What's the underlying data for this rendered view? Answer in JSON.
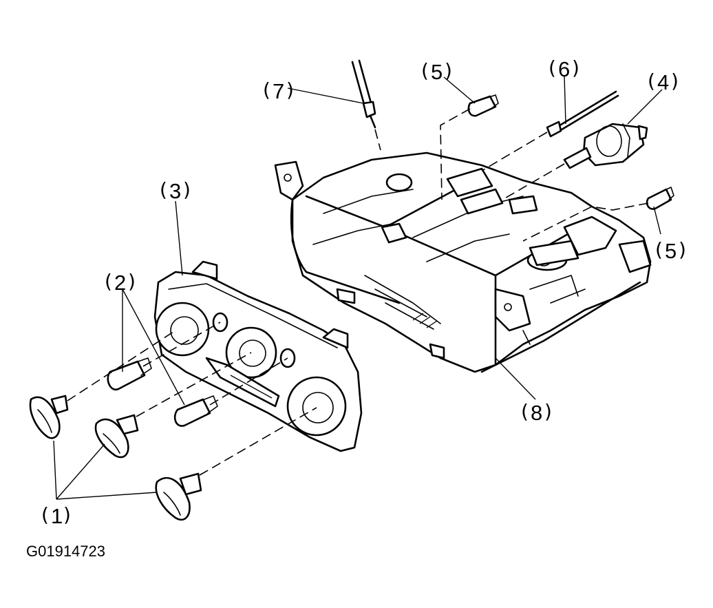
{
  "figure_id": "G01914723",
  "callouts": {
    "c1": "1",
    "c2": "2",
    "c3": "3",
    "c4": "4",
    "c5a": "5",
    "c5b": "5",
    "c6": "6",
    "c7": "7",
    "c8": "8"
  },
  "icons": [
    "control-knob-icon",
    "bulb-icon",
    "heater-control-unit-icon",
    "control-panel-bezel-icon",
    "vacuum-switch-icon",
    "cable-icon"
  ]
}
